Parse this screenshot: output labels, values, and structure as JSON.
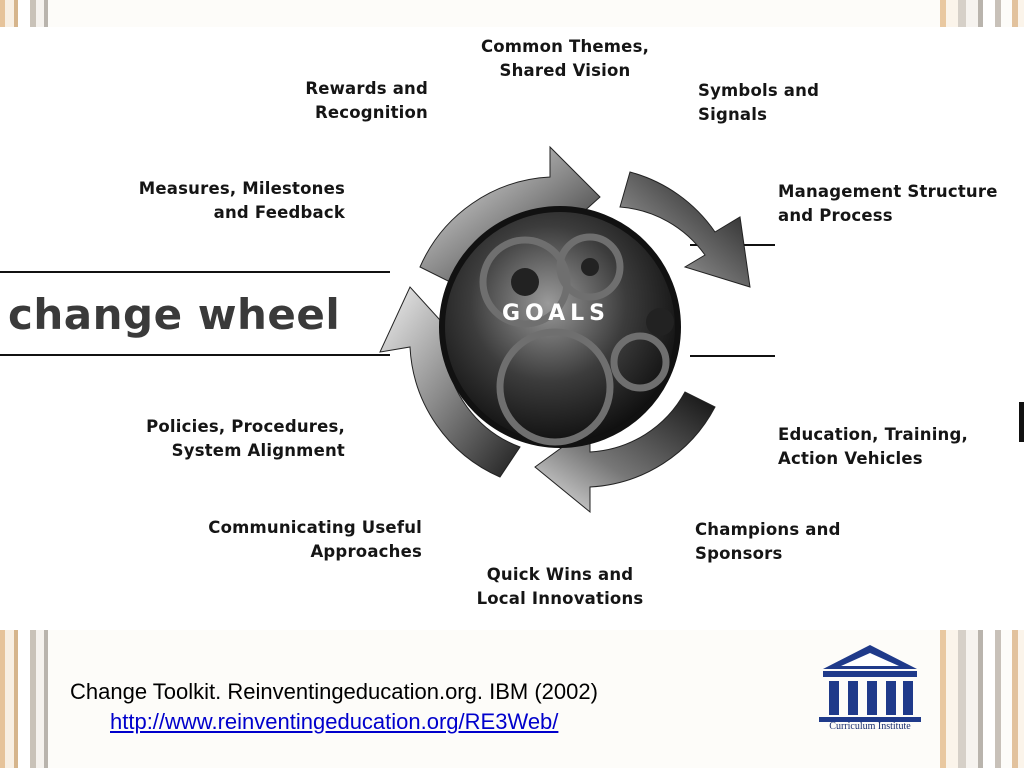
{
  "diagram": {
    "title": "change wheel",
    "center_label": "GOALS",
    "labels": {
      "common_themes": "Common Themes,\nShared Vision",
      "rewards": "Rewards and\nRecognition",
      "symbols": "Symbols and\nSignals",
      "measures": "Measures, Milestones\nand Feedback",
      "management": "Management Structure\nand Process",
      "policies": "Policies, Procedures,\nSystem Alignment",
      "education": "Education, Training,\nAction Vehicles",
      "communicating": "Communicating Useful\nApproaches",
      "champions": "Champions and\nSponsors",
      "quick_wins": "Quick Wins and\nLocal Innovations"
    }
  },
  "citation": {
    "text": "Change Toolkit.  Reinventingeducation.org.  IBM (2002)",
    "url": "http://www.reinventingeducation.org/RE3Web/"
  },
  "logo": {
    "caption": "Curriculum Institute",
    "color": "#1f3a8a"
  }
}
